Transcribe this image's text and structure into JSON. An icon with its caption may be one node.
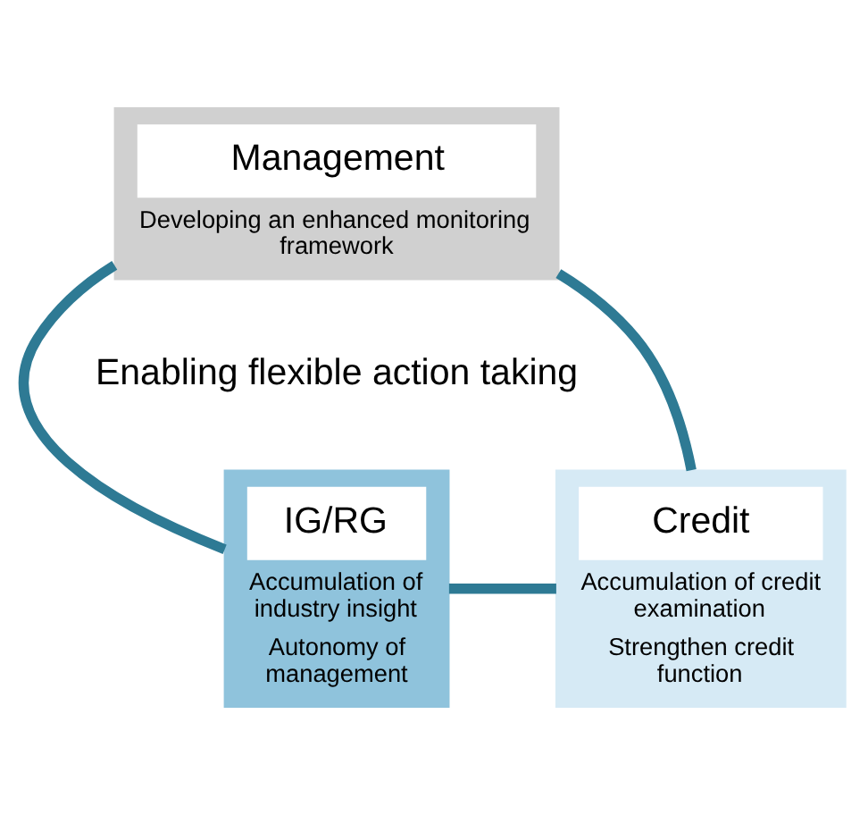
{
  "diagram": {
    "nodes": [
      {
        "text": [
          "Management",
          "Developing an enhanced monitoring framework"
        ]
      },
      {
        "text": [
          "IG/RG",
          "Accumulation of industry insight",
          "Autonomy of management"
        ]
      },
      {
        "text": [
          "Credit",
          "Accumulation of credit examination",
          "Strengthen credit function"
        ]
      }
    ],
    "edges": [
      {
        "from": 0,
        "to": 1,
        "arrow": "none",
        "color": "#2e7a94"
      },
      {
        "from": 0,
        "to": 2,
        "arrow": "none",
        "color": "#2e7a94"
      },
      {
        "from": 1,
        "to": 2,
        "arrow": "none",
        "color": "#2e7a94"
      }
    ],
    "labels": [
      "Enabling flexible action taking"
    ]
  }
}
